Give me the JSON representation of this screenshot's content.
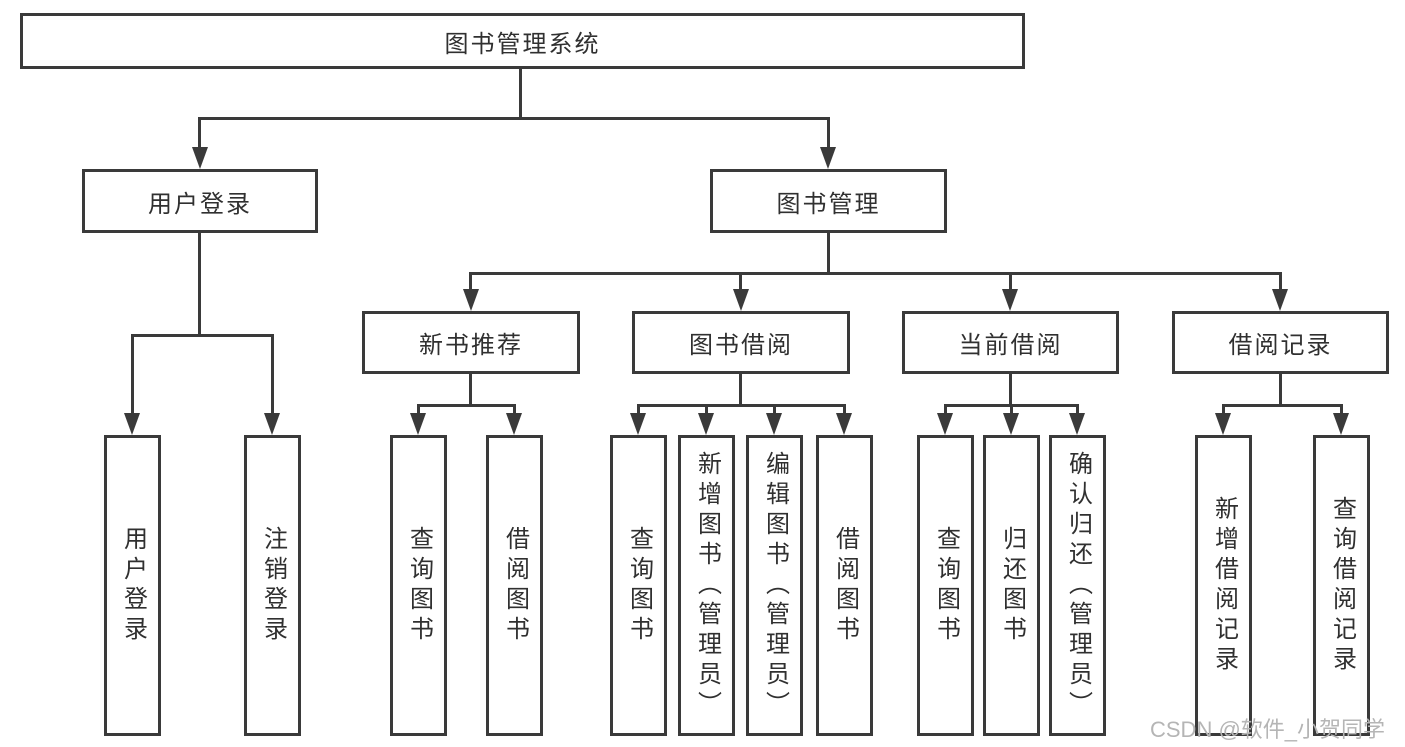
{
  "tree": {
    "root": "图书管理系统",
    "branches": [
      {
        "label": "用户登录",
        "children": [
          "用户登录",
          "注销登录"
        ]
      },
      {
        "label": "图书管理",
        "groups": [
          {
            "label": "新书推荐",
            "children": [
              "查询图书",
              "借阅图书"
            ]
          },
          {
            "label": "图书借阅",
            "children": [
              "查询图书",
              "新增图书（管理员）",
              "编辑图书（管理员）",
              "借阅图书"
            ]
          },
          {
            "label": "当前借阅",
            "children": [
              "查询图书",
              "归还图书",
              "确认归还（管理员）"
            ]
          },
          {
            "label": "借阅记录",
            "children": [
              "新增借阅记录",
              "查询借阅记录"
            ]
          }
        ]
      }
    ]
  },
  "watermark": {
    "text": "CSDN @软件_小贺同学"
  },
  "colors": {
    "line": "#3a3a3a",
    "box_background": "#ffffff",
    "text": "#303030",
    "watermark": "#b5b5b5"
  }
}
